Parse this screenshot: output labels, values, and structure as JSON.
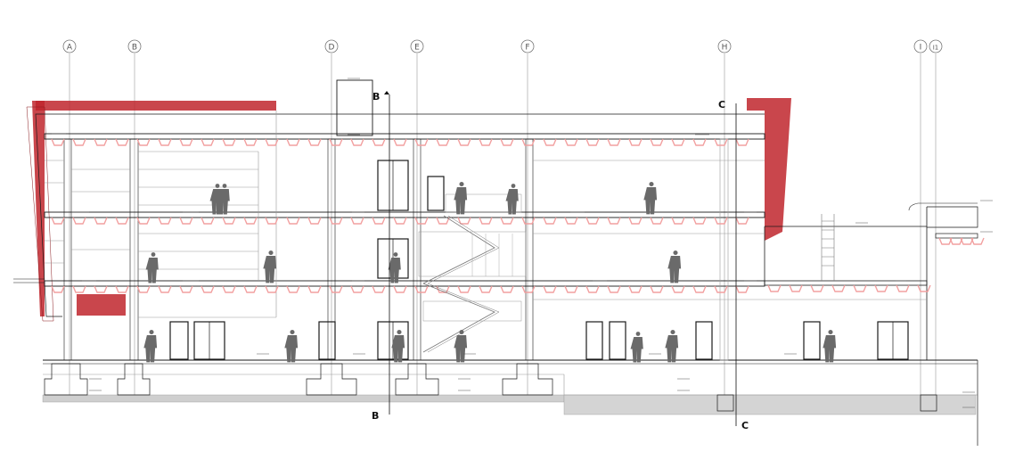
{
  "drawing": {
    "grid_axes": [
      "A",
      "B",
      "D",
      "E",
      "F",
      "H",
      "I",
      "I1"
    ],
    "section_markers": {
      "b_top": "B",
      "b_bottom": "B",
      "c_top": "C",
      "c_bottom": "C"
    },
    "colors": {
      "line": "#1a1a1a",
      "grey_line": "#9a9a9a",
      "accent_red": "#c0262d",
      "light_red": "#f2a0a0",
      "ground": "#bdbdbd",
      "figure": "#6a6a6a"
    }
  }
}
